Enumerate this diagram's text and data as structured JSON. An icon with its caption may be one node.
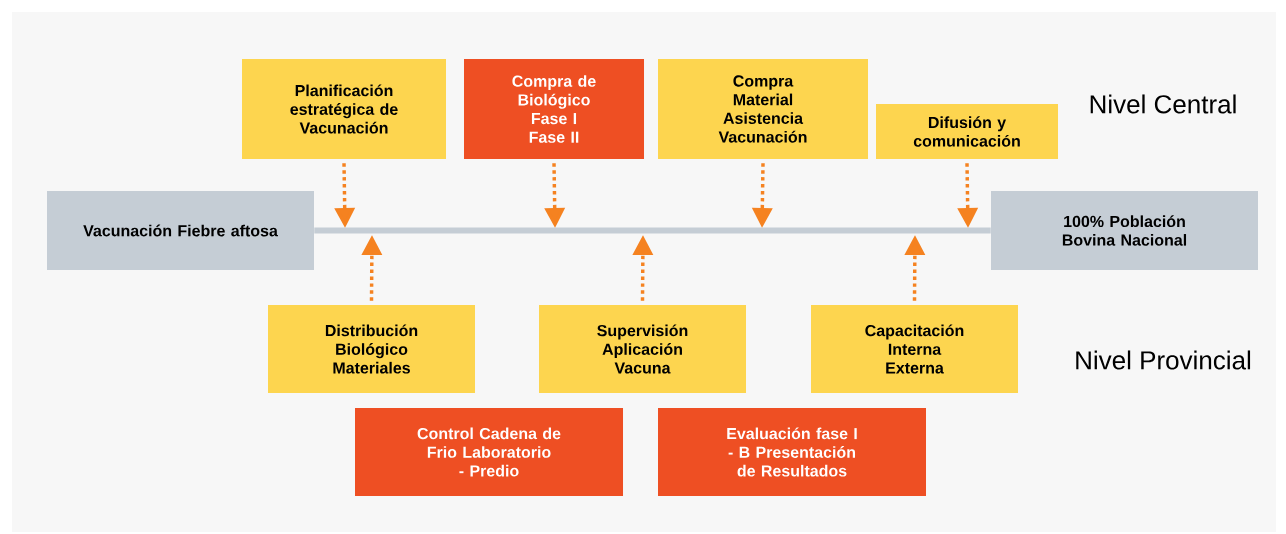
{
  "diagram": {
    "nodes": [
      {
        "text": [
          "Planificación estratégica de Vacunación"
        ]
      },
      {
        "text": [
          "Compra de Biológico Fase I Fase II"
        ]
      },
      {
        "text": [
          "Compra Material Asistencia Vacunación"
        ]
      },
      {
        "text": [
          "Difusión y comunicación"
        ]
      },
      {
        "text": [
          "Vacunación Fiebre aftosa"
        ]
      },
      {
        "text": [
          "100% Población Bovina Nacional"
        ]
      },
      {
        "text": [
          "Distribución Biológico Materiales"
        ]
      },
      {
        "text": [
          "Supervisión Aplicación Vacuna"
        ]
      },
      {
        "text": [
          "Capacitación Interna Externa"
        ]
      },
      {
        "text": [
          "Control Cadena de Frio Laboratorio - Predio"
        ]
      },
      {
        "text": [
          "Evaluación fase I - B Presentación de Resultados"
        ]
      }
    ],
    "edges": [
      {
        "from": 4,
        "to": 5,
        "arrow": "none",
        "color": "#c5cdd5"
      },
      {
        "from": 0,
        "to": null,
        "arrow": "to",
        "style": "dashed"
      },
      {
        "from": 1,
        "to": null,
        "arrow": "to",
        "style": "dashed"
      },
      {
        "from": 2,
        "to": null,
        "arrow": "to",
        "style": "dashed"
      },
      {
        "from": 3,
        "to": null,
        "arrow": "to",
        "style": "dashed"
      },
      {
        "from": 6,
        "to": null,
        "arrow": "to",
        "style": "dashed"
      },
      {
        "from": 7,
        "to": null,
        "arrow": "to",
        "style": "dashed"
      },
      {
        "from": 8,
        "to": null,
        "arrow": "to",
        "style": "dashed"
      }
    ],
    "labels": [
      "Nivel Central",
      "Nivel Provincial"
    ]
  }
}
